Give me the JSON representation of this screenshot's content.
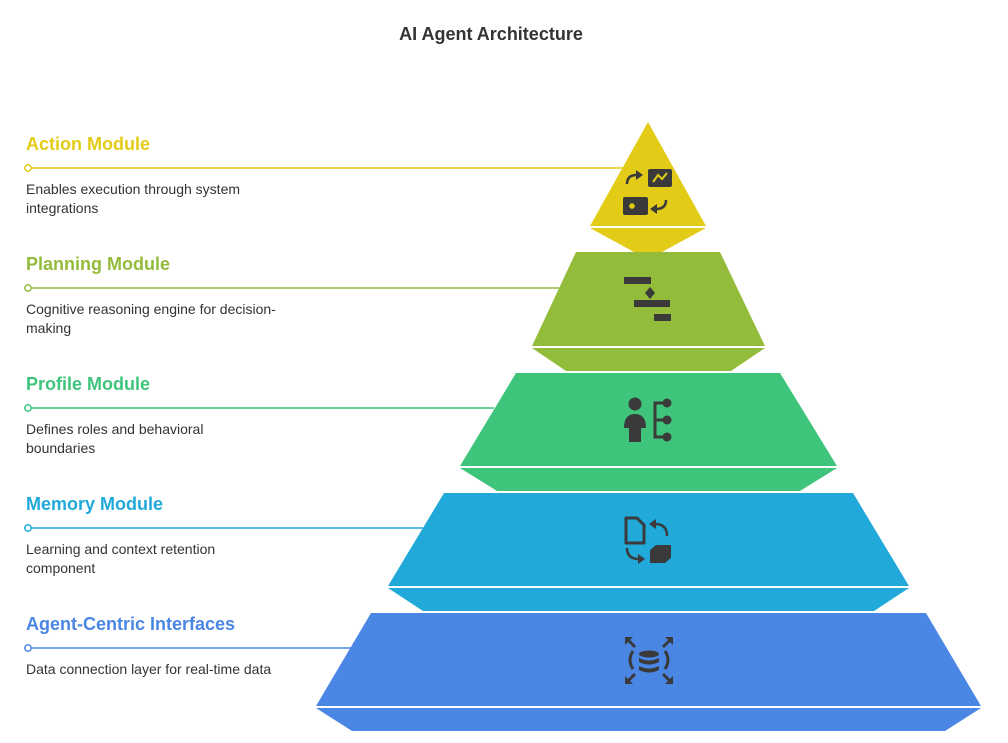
{
  "title": "AI Agent Architecture",
  "colors": {
    "action": "#e2cc17",
    "planning": "#93bc3a",
    "profile": "#3fc47c",
    "memory": "#20a9d9",
    "interfaces": "#4a86e4",
    "icon": "#3a3a3a",
    "text": "#333333"
  },
  "layers": [
    {
      "heading": "Action Module",
      "description": "Enables execution through system integrations",
      "icon": "action-icon"
    },
    {
      "heading": "Planning Module",
      "description": "Cognitive reasoning engine for decision-making",
      "icon": "gantt-icon"
    },
    {
      "heading": "Profile Module",
      "description": "Defines roles and behavioral boundaries",
      "icon": "person-branch-icon"
    },
    {
      "heading": "Memory Module",
      "description": "Learning and context retention component",
      "icon": "document-cube-cycle-icon"
    },
    {
      "heading": "Agent-Centric Interfaces",
      "description": "Data connection layer for real-time data",
      "icon": "database-expand-icon"
    }
  ]
}
